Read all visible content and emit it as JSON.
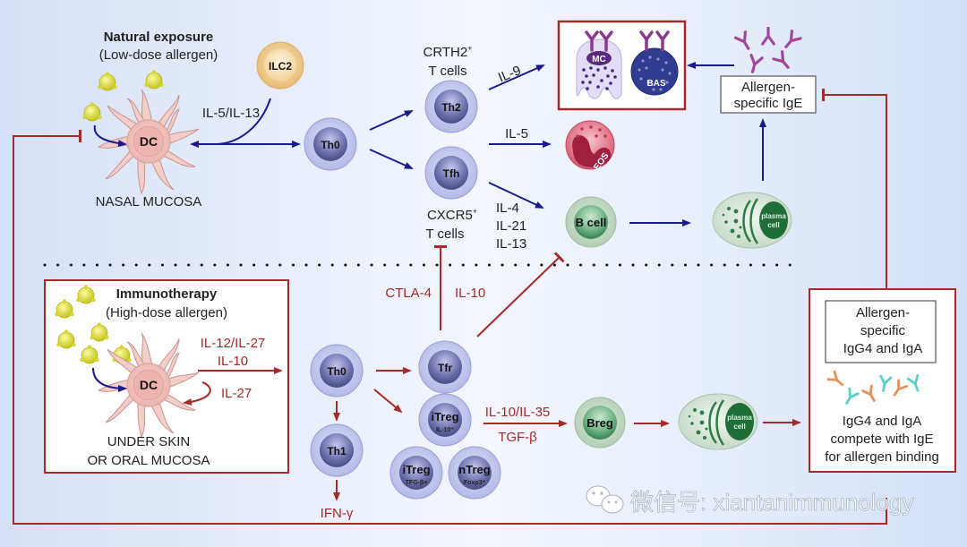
{
  "colors": {
    "blue_arrow": "#1a1a8c",
    "red_arrow": "#a52a2a",
    "t_cell_outer": "#c8ccf0",
    "t_cell_inner": "#6b6ca8",
    "b_cell": "#4f9a68",
    "dc_body": "#f4c9c4",
    "allergen": "#e8e84a",
    "ilc2": "#f2cd8a",
    "eos": "#d44a66",
    "ige": "#a0479a",
    "igg4": "#e8905a",
    "iga": "#5ccfc6"
  },
  "top": {
    "title": "Natural exposure",
    "subtitle": "(Low-dose allergen)",
    "site": "NASAL MUCOSA",
    "dc": "DC",
    "ilc2": "ILC2",
    "ilc2_cytokines": "IL-5/IL-13",
    "th0": "Th0",
    "th2": "Th2",
    "th2_label_1": "CRTH2",
    "th2_label_sup": "+",
    "th2_label_2": "T cells",
    "tfh": "Tfh",
    "tfh_label_1": "CXCR5",
    "tfh_label_sup": "+",
    "tfh_label_2": "T cells",
    "il9": "IL-9",
    "il5": "IL-5",
    "b_cytokines": [
      "IL-4",
      "IL-21",
      "IL-13"
    ],
    "mc": "MC",
    "bas": "BAS",
    "eos": "EOS",
    "b_cell": "B cell",
    "plasma_1": "plasma",
    "plasma_2": "cell",
    "ige_box": [
      "Allergen-",
      "specific IgE"
    ]
  },
  "bottom": {
    "title": "Immunotherapy",
    "subtitle": "(High-dose allergen)",
    "site_1": "UNDER SKIN",
    "site_2": "OR ORAL MUCOSA",
    "dc": "DC",
    "dc_out_1": "IL-12/IL-27",
    "dc_out_2": "IL-10",
    "dc_loop": "IL-27",
    "th0": "Th0",
    "th1": "Th1",
    "ifn": "IFN-γ",
    "tfr": "Tfr",
    "ctla4": "CTLA-4",
    "il10": "IL-10",
    "itreg1": "iTreg",
    "itreg1_sub": "IL-10⁺",
    "itreg2": "iTreg",
    "itreg2_sub": "TFG-β+",
    "ntreg": "nTreg",
    "ntreg_sub": "Foxp3⁺",
    "breg_cytokines_1": "IL-10/IL-35",
    "breg_cytokines_2": "TGF-β",
    "breg": "Breg",
    "plasma_1": "plasma",
    "plasma_2": "cell",
    "igg_box": [
      "Allergen-",
      "specific",
      "IgG4 and IgA"
    ],
    "compete": [
      "IgG4 and IgA",
      "compete with IgE",
      "for allergen binding"
    ]
  },
  "watermark": "微信号: xiantanimmunology"
}
